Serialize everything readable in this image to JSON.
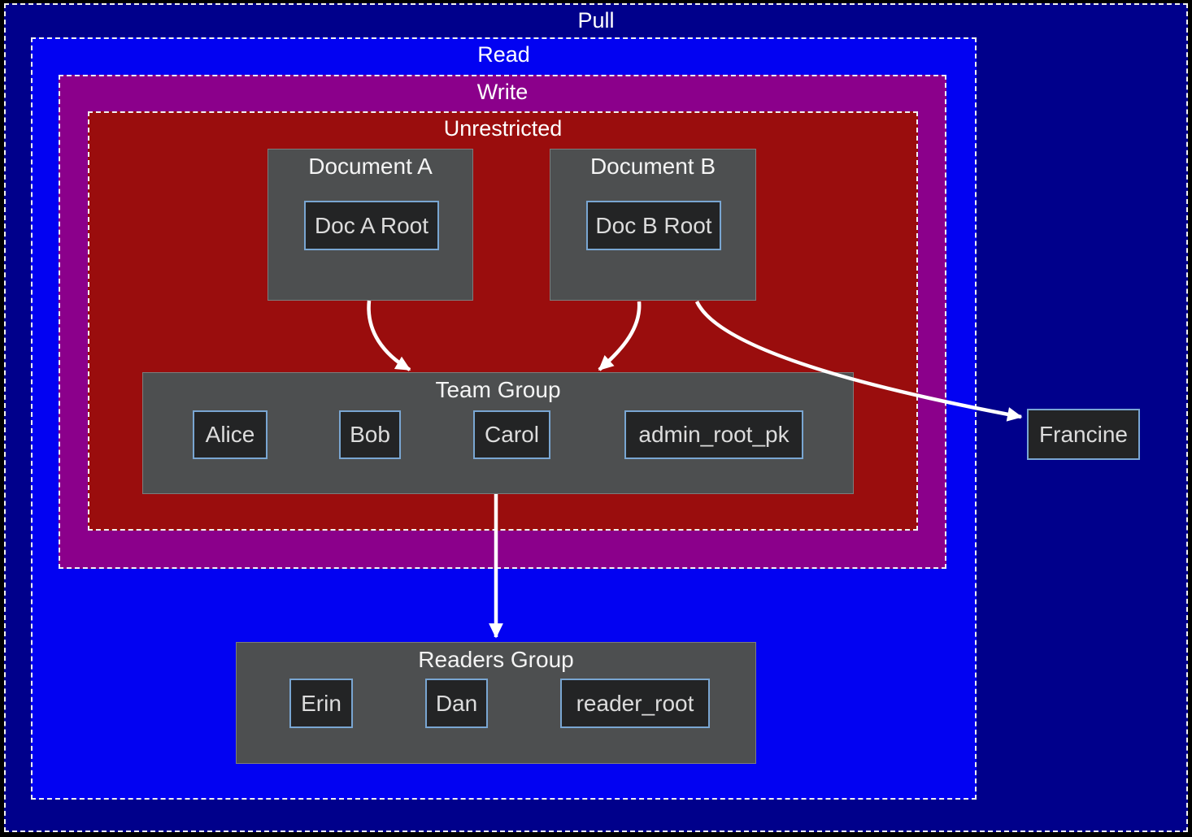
{
  "zones": {
    "pull": {
      "label": "Pull",
      "color": "#00008B"
    },
    "read": {
      "label": "Read",
      "color": "#0202F2"
    },
    "write": {
      "label": "Write",
      "color": "#8B008B"
    },
    "unrestricted": {
      "label": "Unrestricted",
      "color": "#9A0D0D"
    }
  },
  "groups": {
    "document_a": {
      "title": "Document A",
      "members": [
        "Doc A Root"
      ]
    },
    "document_b": {
      "title": "Document B",
      "members": [
        "Doc B Root"
      ]
    },
    "team": {
      "title": "Team Group",
      "members": [
        "Alice",
        "Bob",
        "Carol",
        "admin_root_pk"
      ]
    },
    "readers": {
      "title": "Readers Group",
      "members": [
        "Erin",
        "Dan",
        "reader_root"
      ]
    }
  },
  "standalone_nodes": {
    "francine": {
      "label": "Francine"
    }
  },
  "edges": [
    {
      "from": "Doc A Root",
      "to": "Team Group"
    },
    {
      "from": "Doc B Root",
      "to": "Team Group"
    },
    {
      "from": "Doc B Root",
      "to": "Francine"
    },
    {
      "from": "Team Group",
      "to": "Readers Group"
    }
  ],
  "style": {
    "group_fill": "#4D4F50",
    "group_border": "#7C7C7C",
    "node_fill": "#232425",
    "node_border": "#79A6D2",
    "node_text": "#DCDCDC",
    "title_text": "#F4F4F4",
    "arrow_color": "#FFFFFF",
    "page_background": "#000000"
  }
}
